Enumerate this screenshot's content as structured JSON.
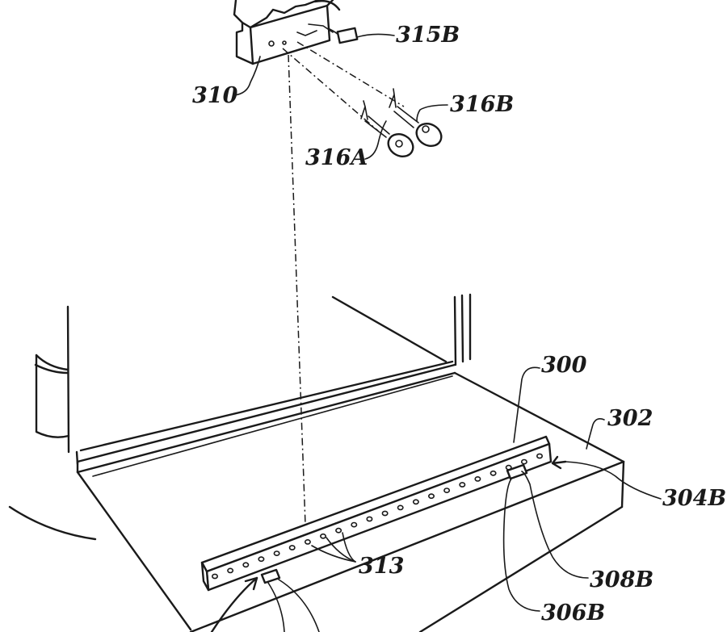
{
  "diagram": {
    "labels": {
      "l315B": "315B",
      "l310": "310",
      "l316B": "316B",
      "l316A": "316A",
      "l300": "300",
      "l302": "302",
      "l304B": "304B",
      "l313": "313",
      "l308B": "308B",
      "l306B": "306B"
    }
  }
}
